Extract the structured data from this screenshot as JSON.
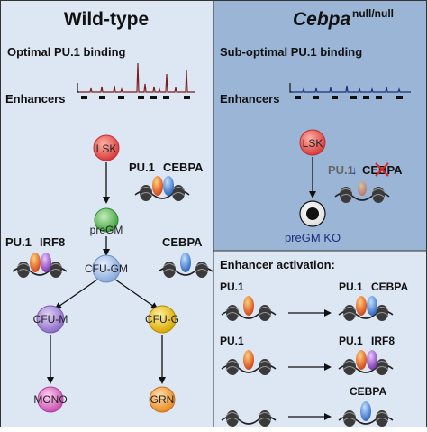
{
  "left": {
    "title": "Wild-type",
    "track_label": "Optimal PU.1 binding",
    "enhancers_label": "Enhancers",
    "cells": {
      "lsk": "LSK",
      "pregm": "preGM",
      "cfugm": "CFU-GM",
      "cfum": "CFU-M",
      "cfug": "CFU-G",
      "mono": "MONO",
      "grn": "GRN"
    },
    "factors": {
      "pu1": "PU.1",
      "cebpa": "CEBPA",
      "pu1_b": "PU.1",
      "irf8": "IRF8",
      "cebpa_b": "CEBPA"
    }
  },
  "right": {
    "title_main": "Cebpa",
    "title_sup": "null/null",
    "track_label": "Sub-optimal PU.1 binding",
    "enhancers_label": "Enhancers",
    "cells": {
      "lsk": "LSK",
      "pregm_ko": "preGM KO"
    },
    "factors": {
      "pu1": "PU.1",
      "arrow": "↓",
      "cebpa": "CEBPA"
    }
  },
  "activation": {
    "title": "Enhancer activation:",
    "rows": [
      {
        "left": "PU.1",
        "right_a": "PU.1",
        "right_b": "CEBPA"
      },
      {
        "left": "PU.1",
        "right_a": "PU.1",
        "right_b": "IRF8"
      },
      {
        "left": "",
        "right_a": "",
        "right_b": "CEBPA"
      }
    ]
  },
  "colors": {
    "left_bg": "#dde6f3",
    "right_bg": "#9ab5d6",
    "activation_bg": "#dde6f3",
    "track_left": "#7a1f1f",
    "track_right": "#1f2f7a",
    "lsk": "#e05a5a",
    "pregm": "#6cc56c",
    "cfugm": "#9bbde8",
    "cfum": "#a98ad8",
    "cfug": "#e8c21a",
    "mono": "#d86ec8",
    "grn": "#f0a24a",
    "pu1_protein": "#e06a2a",
    "cebpa_protein": "#3f7fd0",
    "irf8_protein": "#9b4fc0",
    "red_cross": "#e02020"
  }
}
